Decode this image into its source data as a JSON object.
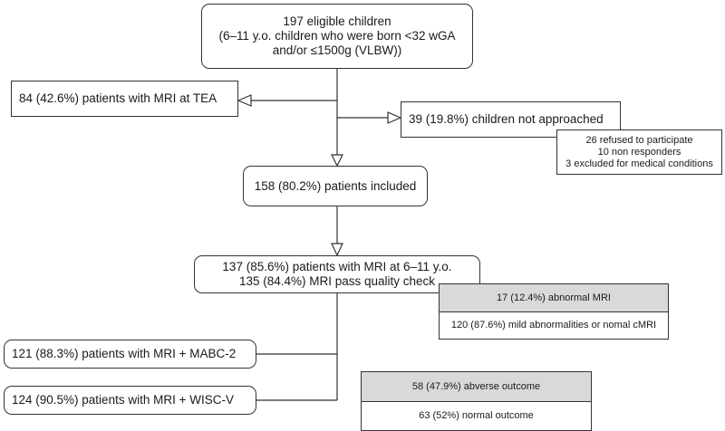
{
  "top": {
    "line1": "197 eligible children",
    "line2": "(6–11 y.o. children who were born <32 wGA",
    "line3": "and/or ≤1500g (VLBW))"
  },
  "tea": "84 (42.6%) patients with MRI at TEA",
  "not_approached": {
    "label": "39 (19.8%) children not approached",
    "reasons": [
      "26 refused to participate",
      "10 non responders",
      "3 excluded for medical conditions"
    ]
  },
  "included": "158 (80.2%) patients included",
  "mri": {
    "line1": "137 (85.6%) patients with MRI at 6–11 y.o.",
    "line2": "135 (84.4%) MRI pass quality check"
  },
  "abnormal": {
    "header": "17 (12.4%) abnormal MRI",
    "body": "120 (87.6%) mild abnormalities or nomal cMRI"
  },
  "mabc": "121 (88.3%) patients with MRI + MABC-2",
  "wisc": "124 (90.5%) patients with MRI + WISC-V",
  "outcome": {
    "header": "58 (47.9%) abverse outcome",
    "body": "63 (52%) normal outcome"
  }
}
